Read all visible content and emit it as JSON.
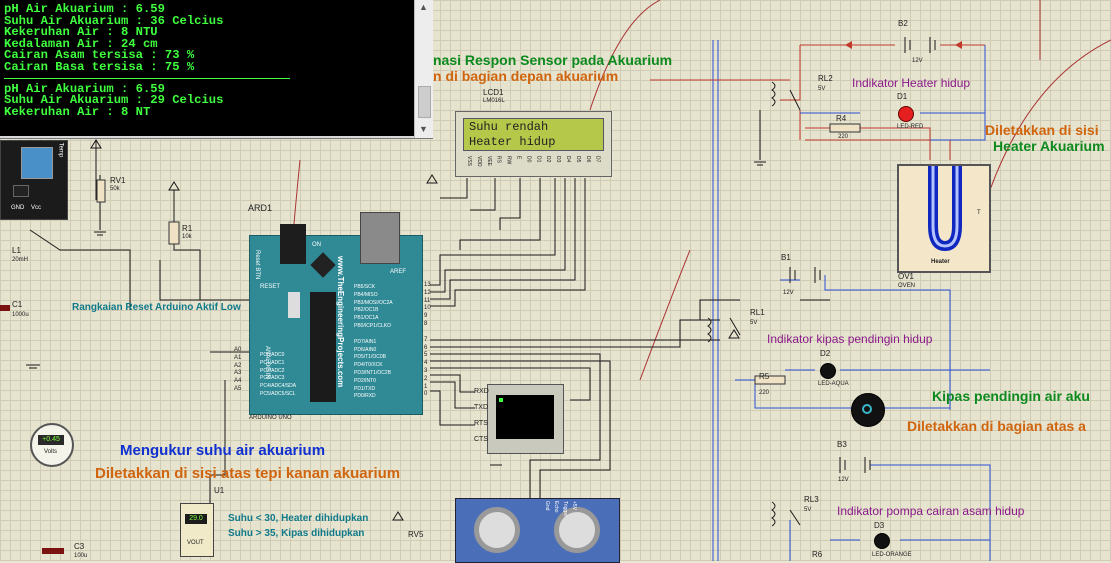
{
  "terminal": {
    "lines_top": [
      "pH Air Akuarium : 6.59",
      "Suhu Air Akuarium : 36 Celcius",
      "Kekeruhan Air : 8 NTU",
      "Kedalaman Air : 24 cm",
      "Cairan Asam tersisa : 73 %",
      "Cairan Basa tersisa : 75 %"
    ],
    "lines_bottom": [
      "pH Air Akuarium : 6.59",
      "Suhu Air Akuarium : 29 Celcius",
      "Kekeruhan Air : 8 NT"
    ],
    "scroll_up": "▲",
    "scroll_down": "▼"
  },
  "captions": {
    "respon_sensor": "nasi Respon Sensor pada Akuarium",
    "depan_akuarium": "n di bagian depan akuarium",
    "indikator_heater": "Indikator Heater hidup",
    "diletakkan_sisi": "Diletakkan di sisi",
    "heater_akuarium": "Heater Akuarium",
    "reset_arduino": "Rangkaian Reset Arduino Aktif Low",
    "indikator_kipas": "Indikator kipas pendingin hidup",
    "kipas_pendingin": "Kipas pendingin air aku",
    "diletakkan_atas": "Diletakkan di bagian atas a",
    "mengukur_suhu": "Mengukur suhu air akuarium",
    "diletakkan_tepi": "Diletakkan di sisi atas tepi kanan akuarium",
    "suhu_lt": "Suhu < 30, Heater dihidupkan",
    "suhu_gt": "Suhu > 35, Kipas dihidupkan",
    "indikator_pompa": "Indikator pompa cairan asam hidup"
  },
  "lcd": {
    "ref": "LCD1",
    "part": "LM016L",
    "line1": "Suhu rendah",
    "line2": "Heater hidup",
    "pins": [
      "VSS",
      "VDD",
      "VEE",
      "RS",
      "RW",
      "E",
      "D0",
      "D1",
      "D2",
      "D3",
      "D4",
      "D5",
      "D6",
      "D7"
    ]
  },
  "arduino": {
    "ref": "ARD1",
    "model": "ARDUINO UNO",
    "site": "www.TheEngineeringProjects.com",
    "aref": "AREF",
    "digital_pins": [
      "13",
      "12",
      "11",
      "10",
      "9",
      "8",
      "7",
      "6",
      "5",
      "4",
      "3",
      "2",
      "1",
      "0"
    ],
    "digital_labels": [
      "PB5/SCK",
      "PB4/MISO",
      "PB3/MOSI/OC2A",
      "PB2/OC1B",
      "PB1/OC1A",
      "PB0/ICP1/CLKO",
      "PD7/AIN1",
      "PD6/AIN0",
      "PD5/T1/OC0B",
      "PD4/T0/XCK",
      "PD3/INT1/OC2B",
      "PD2/INT0",
      "PD1/TXD",
      "PD0/RXD"
    ],
    "analog_pins": [
      "A0",
      "A1",
      "A2",
      "A3",
      "A4",
      "A5"
    ],
    "analog_labels": [
      "PC0/ADC0",
      "PC1/ADC1",
      "PC2/ADC2",
      "PC3/ADC3",
      "PC4/ADC4/SDA",
      "PC5/ADC5/SCL"
    ],
    "reset_label": "RESET",
    "analog_in": "ANALOG IN",
    "reset_btn": "Reset BTN",
    "on": "ON"
  },
  "vterm": {
    "pins": [
      "RXD",
      "TXD",
      "RTS",
      "CTS"
    ]
  },
  "components": {
    "b2": {
      "ref": "B2",
      "val": "12V"
    },
    "rl2": {
      "ref": "RL2",
      "val": "5V"
    },
    "d1": {
      "ref": "D1",
      "val": "LED-RED"
    },
    "r4": {
      "ref": "R4",
      "val": "220"
    },
    "ov1": {
      "ref": "OV1",
      "val": "OVEN",
      "label": "Heater",
      "t": "T"
    },
    "b1": {
      "ref": "B1",
      "val": "12V"
    },
    "rl1": {
      "ref": "RL1",
      "val": "5V"
    },
    "d2": {
      "ref": "D2",
      "val": "LED-AQUA"
    },
    "r5": {
      "ref": "R5",
      "val": "220"
    },
    "b3": {
      "ref": "B3",
      "val": "12V"
    },
    "rl3": {
      "ref": "RL3",
      "val": "5V"
    },
    "d3": {
      "ref": "D3",
      "val": "LED-ORANGE"
    },
    "r6": {
      "ref": "R6"
    },
    "rv1": {
      "ref": "RV1",
      "val": "50k"
    },
    "r1": {
      "ref": "R1",
      "val": "10k"
    },
    "l1": {
      "ref": "L1",
      "val": "20mH"
    },
    "c1": {
      "ref": "C1",
      "val": "1000u"
    },
    "c3": {
      "ref": "C3",
      "val": "100u"
    },
    "u1": {
      "ref": "U1",
      "val": "VOUT",
      "reading": "29.0"
    },
    "rv5": {
      "ref": "RV5"
    },
    "volt": {
      "reading": "+0.45",
      "unit": "Volts"
    },
    "ph_module": {
      "label": "Temp",
      "gnd": "GND",
      "vcc": "Vcc"
    },
    "ultra_pins": [
      "Gnd",
      "Echo",
      "Trigger",
      "+5V"
    ]
  },
  "colors": {
    "wire": "#1a1a1a",
    "wire_red": "#c0392b",
    "wire_blue": "#2a4fd6",
    "caption_green": "#0c8a1e",
    "caption_orange": "#d0650e",
    "caption_purple": "#8b1a8b",
    "caption_teal": "#0f7a8a",
    "caption_blue": "#1030d0"
  }
}
